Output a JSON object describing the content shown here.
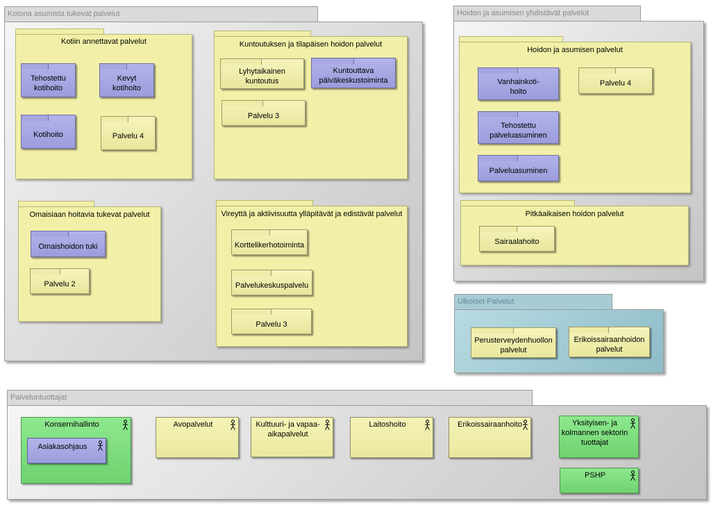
{
  "groups": {
    "kotona": "Kotona asumista tukevat palvelut",
    "hoidon": "Hoidon ja asumisen yhdistävät palvelut",
    "ulkoiset": "Ulkoiset Palvelut",
    "tuottajat": "Palveluntuottajat"
  },
  "containers": {
    "kotiin": "Kotiin annettavat palvelut",
    "kuntoutus": "Kuntoutuksen ja tilapäisen hoidon palvelut",
    "omais": "Omaisiaan hoitavia tukevat palvelut",
    "vireys": "Vireyttä ja aktiivisuutta ylläpitävät ja edistävät palvelut",
    "hoidon_asumisen": "Hoidon ja asumisen palvelut",
    "pitkaaik": "Pitkäaikaisen hoidon palvelut"
  },
  "packages": {
    "tehostettu_kotihoito": "Tehostettu kotihoito",
    "kevyt_kotihoito": "Kevyt kotihoito",
    "kotihoito": "Kotihoito",
    "palvelu4_kotiin": "Palvelu 4",
    "lyhytaikainen": "Lyhytaikainen kuntoutus",
    "kuntouttava": "Kuntouttava päiväkeskustoiminta",
    "palvelu3_kuntoutus": "Palvelu 3",
    "omaishoidon_tuki": "Omaishoidon tuki",
    "palvelu2": "Palvelu 2",
    "korttelikerho": "Korttelikerhotoiminta",
    "palvelukeskus": "Palvelukeskuspalvelu",
    "palvelu3_vireys": "Palvelu 3",
    "vanhainkoti": "Vanhainkoti-hoito",
    "palvelu4_hoidon": "Palvelu 4",
    "tehostettu_palveluasuminen": "Tehostettu palveluasuminen",
    "palveluasuminen": "Palveluasuminen",
    "sairaalahoito": "Sairaalahoito",
    "perusterveydenhuolto": "Perusterveydenhuollon palvelut",
    "erikoissairaanhoito_palvelut": "Erikoissairaanhoidon palvelut"
  },
  "actors": {
    "konsernihallinto": "Konsernihallinto",
    "asiakasohjaus": "Asiakasohjaus",
    "avopalvelut": "Avopalvelut",
    "kulttuuri": "Kulttuuri- ja vapaa-aikapalvelut",
    "laitoshoito": "Laitoshoito",
    "erikoissairaanhoito": "Erikoissairaanhoito",
    "yksityisen": "Yksityisen- ja kolmannen sektorin tuottajat",
    "pshp": "PSHP"
  },
  "icons": {
    "actor": "actor-icon"
  },
  "colors": {
    "group_grey": "#d9d9d9",
    "container_yellow": "#f2f0a8",
    "package_blue": "#a6a6e2",
    "package_yellow": "#eeeca8",
    "external_teal": "#8dbcc7",
    "actor_green": "#7fdc7f"
  }
}
